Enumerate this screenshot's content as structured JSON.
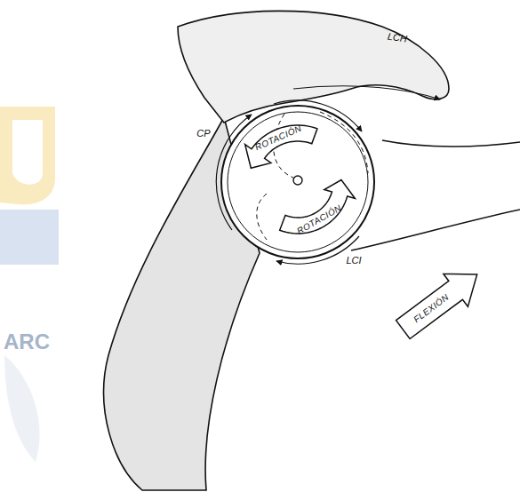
{
  "diagram": {
    "nodes": [
      {
        "text": [
          "ROTACIÓN"
        ]
      },
      {
        "text": [
          "ROTACIÓN"
        ]
      },
      {
        "text": [
          "FLEXIÓN"
        ]
      }
    ],
    "labels": [
      "LCH",
      "CP",
      "LCI",
      "ARC"
    ]
  }
}
